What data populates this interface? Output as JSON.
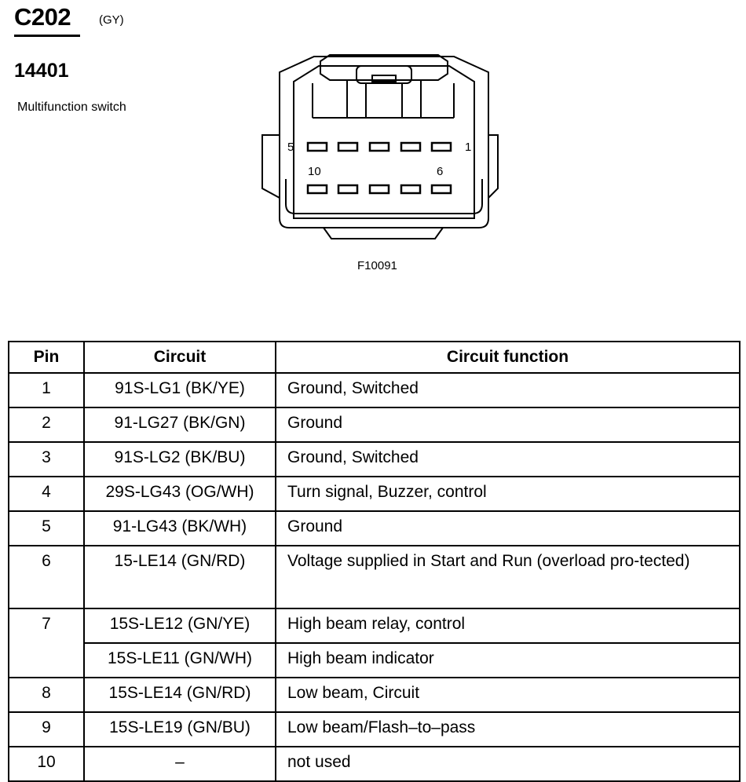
{
  "header": {
    "connector_id": "C202",
    "connector_color": "(GY)",
    "part_number": "14401",
    "component_name": "Multifunction switch"
  },
  "diagram": {
    "pin_labels": {
      "top_left": "5",
      "top_right": "1",
      "bottom_left": "10",
      "bottom_right": "6"
    },
    "figure_code": "F10091"
  },
  "table": {
    "headers": [
      "Pin",
      "Circuit",
      "Circuit function"
    ],
    "rows": [
      {
        "pin": "1",
        "circuit": "91S-LG1 (BK/YE)",
        "function": "Ground, Switched"
      },
      {
        "pin": "2",
        "circuit": "91-LG27 (BK/GN)",
        "function": "Ground"
      },
      {
        "pin": "3",
        "circuit": "91S-LG2 (BK/BU)",
        "function": "Ground, Switched"
      },
      {
        "pin": "4",
        "circuit": "29S-LG43 (OG/WH)",
        "function": "Turn signal, Buzzer, control"
      },
      {
        "pin": "5",
        "circuit": "91-LG43 (BK/WH)",
        "function": "Ground"
      },
      {
        "pin": "6",
        "circuit": "15-LE14 (GN/RD)",
        "function": "Voltage supplied in Start and Run (overload pro-tected)"
      },
      {
        "pin": "7",
        "circuit": "15S-LE12 (GN/YE)",
        "function": "High beam relay, control"
      },
      {
        "pin": "",
        "circuit": "15S-LE11 (GN/WH)",
        "function": "High beam indicator"
      },
      {
        "pin": "8",
        "circuit": "15S-LE14 (GN/RD)",
        "function": "Low beam, Circuit"
      },
      {
        "pin": "9",
        "circuit": "15S-LE19 (GN/BU)",
        "function": "Low beam/Flash–to–pass"
      },
      {
        "pin": "10",
        "circuit": "–",
        "function": "not used"
      }
    ]
  }
}
